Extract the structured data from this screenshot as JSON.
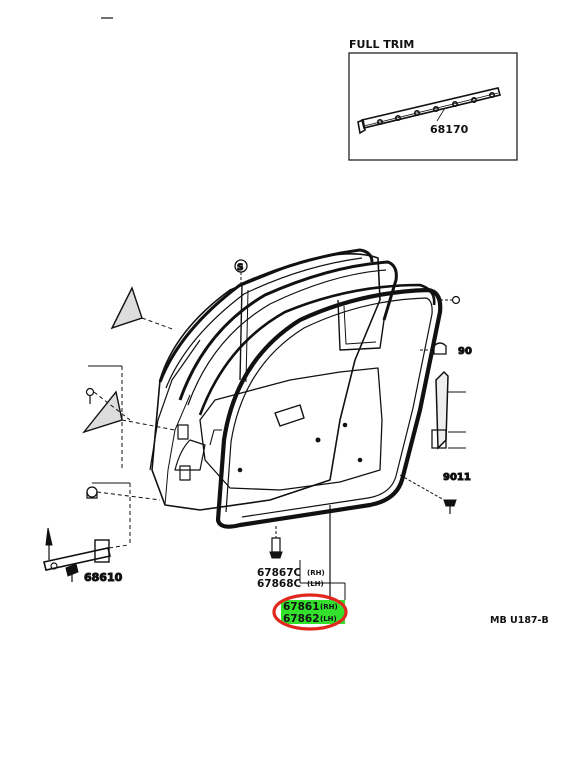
{
  "inset": {
    "title": "FULL TRIM",
    "part": "68170"
  },
  "callouts": {
    "weatherstrip_rh": "67867C",
    "weatherstrip_rh_side": "(RH)",
    "weatherstrip_lh": "67868C",
    "weatherstrip_lh_side": "(LH)",
    "highlight_rh": "67861",
    "highlight_rh_side": "(RH)",
    "highlight_lh": "67862",
    "highlight_lh_side": "(LH)",
    "check": "68610",
    "clip_a": "90",
    "clip_b": "9011",
    "screw_mark": "S"
  },
  "diagram_code": "MB U187-B",
  "colors": {
    "ink": "#111111",
    "highlight_fill": "#33e02c",
    "circle": "#e0281e"
  }
}
